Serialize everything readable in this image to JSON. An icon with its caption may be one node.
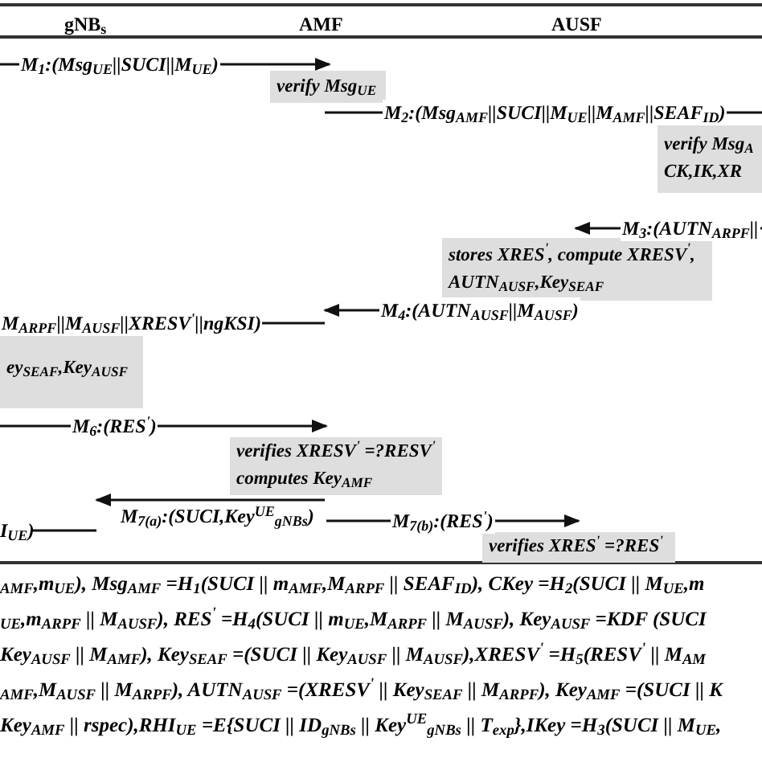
{
  "diagram": {
    "nodes": [
      {
        "text": [
          "verify Msg$_{UE}$"
        ]
      },
      {
        "text": [
          "verify Msg$_{A}$",
          "CK,IK,XR"
        ]
      },
      {
        "text": [
          "stores XRES$^{'}$, compute XRESV$^{'}$, AUTN$_{AUSF}$,Key$_{SEAF}$"
        ]
      },
      {
        "text": [
          "ey$_{SEAF}$,Key$_{AUSF}$"
        ]
      },
      {
        "text": [
          "verifies XRESV$^{'}$ =?RESV$^{'}$",
          "computes Key$_{AMF}$"
        ]
      },
      {
        "text": [
          "verifies XRES$^{'}$ =?RES$^{'}$"
        ]
      },
      {
        "text": [
          "I$_{UE}$)"
        ]
      }
    ],
    "edges": [
      {
        "from": null,
        "to": 0,
        "arrow": "to",
        "label": "M$_{1}$:(Msg$_{UE}$||SUCI||M$_{UE}$)"
      },
      {
        "from": 0,
        "to": 1,
        "arrow": "none",
        "label": "M$_{2}$:(Msg$_{AMF}$||SUCI||M$_{UE}$||M$_{AMF}$||SEAF$_{ID}$)"
      },
      {
        "from": null,
        "to": 2,
        "arrow": "to",
        "label": "M$_{3}$:(AUTN$_{ARPF}$||"
      },
      {
        "from": 2,
        "to": null,
        "arrow": "to",
        "label": "M$_{4}$:(AUTN$_{AUSF}$||M$_{AUSF}$)"
      },
      {
        "from": null,
        "to": 3,
        "arrow": "none",
        "label": "M$_{ARPF}$||M$_{AUSF}$||XRESV$^{'}$||ngKSI)"
      },
      {
        "from": 3,
        "to": 4,
        "arrow": "to",
        "label": "M$_{6}$:(RES$^{'}$)"
      },
      {
        "from": 4,
        "to": null,
        "arrow": "to",
        "label": "M$_{7(a)}$:(SUCI,Key$^{UE}$$_{gNBs}$)"
      },
      {
        "from": null,
        "to": 5,
        "arrow": "to",
        "label": "M$_{7(b)}$:(RES$^{'}$)"
      },
      {
        "from": 6,
        "to": null,
        "arrow": "none"
      }
    ],
    "labels": [
      "gNB$_{s}$",
      "AMF",
      "AUSF",
      "$_{AMF}$,m$_{UE}$), Msg$_{AMF}$ =H$_{1}$(SUCI || m$_{AMF}$,M$_{ARPF}$ || SEAF$_{ID}$), CKey =H$_{2}$(SUCI || M$_{UE}$,m",
      "$_{UE}$,m$_{ARPF}$ || M$_{AUSF}$), RES$^{'}$ =H$_{4}$(SUCI || m$_{UE}$,M$_{ARPF}$ || M$_{AUSF}$), Key$_{AUSF}$ =KDF (SUCI",
      "Key$_{AUSF}$ || M$_{AMF}$), Key$_{SEAF}$ =(SUCI || Key$_{AUSF}$ || M$_{AUSF}$),XRESV$^{'}$ =H$_{5}$(RESV$^{'}$ || M$_{AM}$",
      "$_{AMF}$,M$_{AUSF}$ || M$_{ARPF}$), AUTN$_{AUSF}$ =(XRESV$^{'}$ || Key$_{SEAF}$ || M$_{ARPF}$), Key$_{AMF}$ =(SUCI || K",
      "Key$_{AMF}$ || rspec),RHI$_{UE}$ =E{SUCI || ID$_{gNBs}$ || Key$^{UE}$$_{gNBs}$ || T$_{exp}$},IKey =H$_{3}$(SUCI || M$_{UE}$,"
    ]
  }
}
